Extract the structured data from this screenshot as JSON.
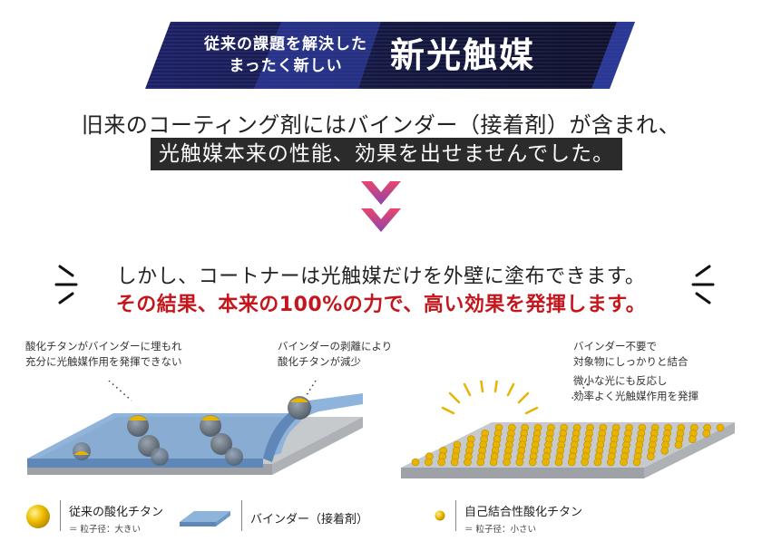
{
  "banner": {
    "subtitle_line1": "従来の課題を解決した",
    "subtitle_line2": "まったく新しい",
    "title": "新光触媒"
  },
  "statements": {
    "line1": "旧来のコーティング剤にはバインダー（接着剤）が含まれ、",
    "line2": "光触媒本来の性能、効果を出せませんでした。",
    "line3": "しかし、コートナーは光触媒だけを外壁に塗布できます。",
    "line4": "その結果、本来の100%の力で、高い効果を発揮します。"
  },
  "notes": {
    "left_a_line1": "酸化チタンがバインダーに埋もれ",
    "left_a_line2": "充分に光触媒作用を発揮できない",
    "left_b_line1": "バインダーの剥離により",
    "left_b_line2": "酸化チタンが減少",
    "right_a_line1": "バインダー不要で",
    "right_a_line2": "対象物にしっかりと結合",
    "right_b_line1": "微小な光にも反応し",
    "right_b_line2": "効率よく光触媒作用を発揮"
  },
  "legend": {
    "item1_title": "従来の酸化チタン",
    "item1_sub": "＝ 粒子径：大きい",
    "item2_title": "バインダー（接着剤）",
    "item3_title": "自己結合性酸化チタン",
    "item3_sub": "＝ 粒子径：小さい"
  },
  "colors": {
    "banner_dark": "#16194f",
    "banner_blue": "#2f3fa3",
    "statement_red": "#c4161c",
    "chevron_top": "#e8466c",
    "chevron_bottom": "#8e44ad",
    "particle_gold": "#e8b400",
    "binder_blue": "#7ea7d4",
    "substrate_gray": "#b9bcc0"
  }
}
